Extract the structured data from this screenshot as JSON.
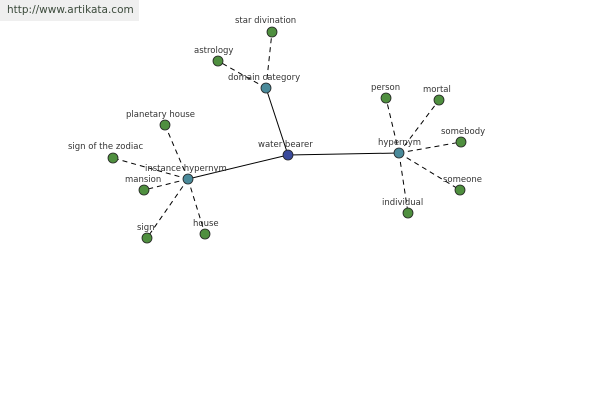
{
  "banner": {
    "url_text": "http://www.artikata.com"
  },
  "colors": {
    "center": "#3a4a9c",
    "relation": "#4a8a9a",
    "leaf": "#4f8f3f"
  },
  "graph": {
    "nodes": [
      {
        "id": "water_bearer",
        "label": "water bearer",
        "kind": "center"
      },
      {
        "id": "domain_category",
        "label": "domain category",
        "kind": "relation"
      },
      {
        "id": "instance_hypernym",
        "label": "instance hypernym",
        "kind": "relation"
      },
      {
        "id": "hypernym",
        "label": "hypernym",
        "kind": "relation"
      },
      {
        "id": "star_divination",
        "label": "star divination",
        "kind": "leaf"
      },
      {
        "id": "astrology",
        "label": "astrology",
        "kind": "leaf"
      },
      {
        "id": "planetary_house",
        "label": "planetary house",
        "kind": "leaf"
      },
      {
        "id": "sign_of_the_zodiac",
        "label": "sign of the zodiac",
        "kind": "leaf"
      },
      {
        "id": "mansion",
        "label": "mansion",
        "kind": "leaf"
      },
      {
        "id": "sign",
        "label": "sign",
        "kind": "leaf"
      },
      {
        "id": "house",
        "label": "house",
        "kind": "leaf"
      },
      {
        "id": "person",
        "label": "person",
        "kind": "leaf"
      },
      {
        "id": "mortal",
        "label": "mortal",
        "kind": "leaf"
      },
      {
        "id": "somebody",
        "label": "somebody",
        "kind": "leaf"
      },
      {
        "id": "someone",
        "label": "someone",
        "kind": "leaf"
      },
      {
        "id": "individual",
        "label": "individual",
        "kind": "leaf"
      }
    ],
    "edges": [
      {
        "from": "water_bearer",
        "to": "domain_category",
        "style": "solid"
      },
      {
        "from": "water_bearer",
        "to": "instance_hypernym",
        "style": "solid"
      },
      {
        "from": "water_bearer",
        "to": "hypernym",
        "style": "solid"
      },
      {
        "from": "domain_category",
        "to": "star_divination",
        "style": "dashed"
      },
      {
        "from": "domain_category",
        "to": "astrology",
        "style": "dashed"
      },
      {
        "from": "instance_hypernym",
        "to": "planetary_house",
        "style": "dashed"
      },
      {
        "from": "instance_hypernym",
        "to": "sign_of_the_zodiac",
        "style": "dashed"
      },
      {
        "from": "instance_hypernym",
        "to": "mansion",
        "style": "dashed"
      },
      {
        "from": "instance_hypernym",
        "to": "sign",
        "style": "dashed"
      },
      {
        "from": "instance_hypernym",
        "to": "house",
        "style": "dashed"
      },
      {
        "from": "hypernym",
        "to": "person",
        "style": "dashed"
      },
      {
        "from": "hypernym",
        "to": "mortal",
        "style": "dashed"
      },
      {
        "from": "hypernym",
        "to": "somebody",
        "style": "dashed"
      },
      {
        "from": "hypernym",
        "to": "someone",
        "style": "dashed"
      },
      {
        "from": "hypernym",
        "to": "individual",
        "style": "dashed"
      }
    ]
  }
}
